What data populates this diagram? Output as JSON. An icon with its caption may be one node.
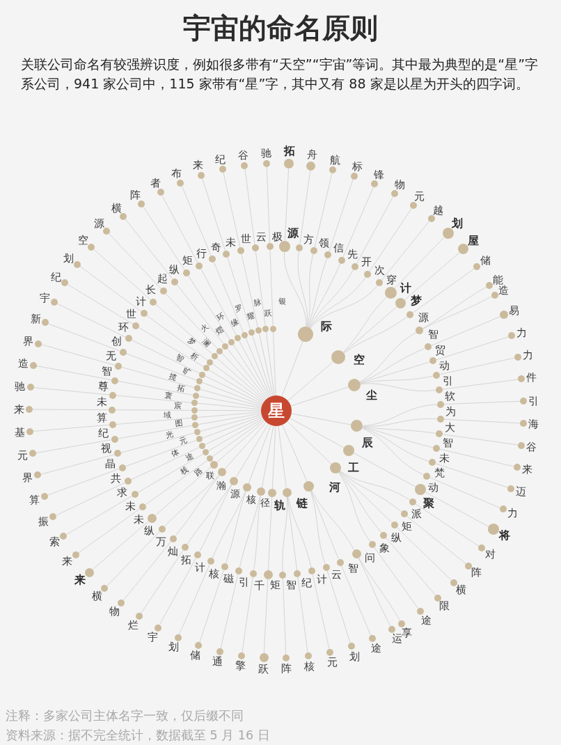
{
  "diagram": {
    "title": "宇宙的命名原则",
    "nodes": [
      {
        "text": [
          "星"
        ]
      },
      {
        "text": [
          "际"
        ]
      },
      {
        "text": [
          "源"
        ]
      },
      {
        "text": [
          "拓"
        ]
      },
      {
        "text": [
          "方"
        ]
      },
      {
        "text": [
          "舟"
        ]
      },
      {
        "text": [
          "领"
        ]
      },
      {
        "text": [
          "航"
        ]
      },
      {
        "text": [
          "信"
        ]
      },
      {
        "text": [
          "标"
        ]
      },
      {
        "text": [
          "先"
        ]
      },
      {
        "text": [
          "锋"
        ]
      },
      {
        "text": [
          "开"
        ]
      },
      {
        "text": [
          "物"
        ]
      },
      {
        "text": [
          "次"
        ]
      },
      {
        "text": [
          "元"
        ]
      },
      {
        "text": [
          "穿"
        ]
      },
      {
        "text": [
          "越"
        ]
      },
      {
        "text": [
          "空"
        ]
      },
      {
        "text": [
          "计"
        ]
      },
      {
        "text": [
          "划"
        ]
      },
      {
        "text": [
          "梦"
        ]
      },
      {
        "text": [
          "屋"
        ]
      },
      {
        "text": [
          "源"
        ]
      },
      {
        "text": [
          "储"
        ]
      },
      {
        "text": [
          "尘"
        ]
      },
      {
        "text": [
          "智"
        ]
      },
      {
        "text": [
          "能"
        ]
      },
      {
        "text": [
          "造"
        ]
      },
      {
        "text": [
          "贸"
        ]
      },
      {
        "text": [
          "易"
        ]
      },
      {
        "text": [
          "动"
        ]
      },
      {
        "text": [
          "力"
        ]
      },
      {
        "text": [
          "引"
        ]
      },
      {
        "text": [
          "力"
        ]
      },
      {
        "text": [
          "软"
        ]
      },
      {
        "text": [
          "件"
        ]
      },
      {
        "text": [
          "辰"
        ]
      },
      {
        "text": [
          "为"
        ]
      },
      {
        "text": [
          "引"
        ]
      },
      {
        "text": [
          "大"
        ]
      },
      {
        "text": [
          "海"
        ]
      },
      {
        "text": [
          "智"
        ]
      },
      {
        "text": [
          "谷"
        ]
      },
      {
        "text": [
          "未"
        ]
      },
      {
        "text": [
          "来"
        ]
      },
      {
        "text": [
          "梵"
        ]
      },
      {
        "text": [
          "迈"
        ]
      },
      {
        "text": [
          "动"
        ]
      },
      {
        "text": [
          "力"
        ]
      },
      {
        "text": [
          "工"
        ]
      },
      {
        "text": [
          "聚"
        ]
      },
      {
        "text": [
          "将"
        ]
      },
      {
        "text": [
          "河"
        ]
      },
      {
        "text": [
          "派"
        ]
      },
      {
        "text": [
          "对"
        ]
      },
      {
        "text": [
          "矩"
        ]
      },
      {
        "text": [
          "阵"
        ]
      },
      {
        "text": [
          "纵"
        ]
      },
      {
        "text": [
          "横"
        ]
      },
      {
        "text": [
          "象"
        ]
      },
      {
        "text": [
          "限"
        ]
      },
      {
        "text": [
          "问"
        ]
      },
      {
        "text": [
          "途"
        ]
      },
      {
        "text": [
          "链"
        ]
      },
      {
        "text": [
          "智"
        ]
      },
      {
        "text": [
          "享"
        ]
      },
      {
        "text": [
          "运"
        ]
      },
      {
        "text": [
          "云"
        ]
      },
      {
        "text": [
          "途"
        ]
      },
      {
        "text": [
          "计"
        ]
      },
      {
        "text": [
          "划"
        ]
      },
      {
        "text": [
          "轨"
        ]
      },
      {
        "text": [
          "纪"
        ]
      },
      {
        "text": [
          "元"
        ]
      },
      {
        "text": [
          "智"
        ]
      },
      {
        "text": [
          "核"
        ]
      },
      {
        "text": [
          "矩"
        ]
      },
      {
        "text": [
          "阵"
        ]
      },
      {
        "text": [
          "径"
        ]
      },
      {
        "text": [
          "千"
        ]
      },
      {
        "text": [
          "跃"
        ]
      },
      {
        "text": [
          "核"
        ]
      },
      {
        "text": [
          "引"
        ]
      },
      {
        "text": [
          "擎"
        ]
      },
      {
        "text": [
          "磁"
        ]
      },
      {
        "text": [
          "通"
        ]
      },
      {
        "text": [
          "源"
        ]
      },
      {
        "text": [
          "核"
        ]
      },
      {
        "text": [
          "储"
        ]
      },
      {
        "text": [
          "计"
        ]
      },
      {
        "text": [
          "划"
        ]
      },
      {
        "text": [
          "瀚"
        ]
      },
      {
        "text": [
          "拓"
        ]
      },
      {
        "text": [
          "宇"
        ]
      },
      {
        "text": [
          "灿"
        ]
      },
      {
        "text": [
          "烂"
        ]
      },
      {
        "text": [
          "联"
        ]
      },
      {
        "text": [
          "万"
        ]
      },
      {
        "text": [
          "物"
        ]
      },
      {
        "text": [
          "纵"
        ]
      },
      {
        "text": [
          "横"
        ]
      },
      {
        "text": [
          "路"
        ]
      },
      {
        "text": [
          "未"
        ]
      },
      {
        "text": [
          "来"
        ]
      },
      {
        "text": [
          "栈"
        ]
      },
      {
        "text": [
          "未"
        ]
      },
      {
        "text": [
          "来"
        ]
      },
      {
        "text": [
          "途"
        ]
      },
      {
        "text": [
          "求"
        ]
      },
      {
        "text": [
          "索"
        ]
      },
      {
        "text": [
          "体"
        ]
      },
      {
        "text": [
          "共"
        ]
      },
      {
        "text": [
          "振"
        ]
      },
      {
        "text": [
          "元"
        ]
      },
      {
        "text": [
          "晶"
        ]
      },
      {
        "text": [
          "算"
        ]
      },
      {
        "text": [
          "光"
        ]
      },
      {
        "text": [
          "视"
        ]
      },
      {
        "text": [
          "界"
        ]
      },
      {
        "text": [
          "图"
        ]
      },
      {
        "text": [
          "纪"
        ]
      },
      {
        "text": [
          "元"
        ]
      },
      {
        "text": [
          "域"
        ]
      },
      {
        "text": [
          "算"
        ]
      },
      {
        "text": [
          "基"
        ]
      },
      {
        "text": [
          "宸"
        ]
      },
      {
        "text": [
          "未"
        ]
      },
      {
        "text": [
          "来"
        ]
      },
      {
        "text": [
          "寰"
        ]
      },
      {
        "text": [
          "尊"
        ]
      },
      {
        "text": [
          "驰"
        ]
      },
      {
        "text": [
          "拓"
        ]
      },
      {
        "text": [
          "智"
        ]
      },
      {
        "text": [
          "造"
        ]
      },
      {
        "text": [
          "揽"
        ]
      },
      {
        "text": [
          "无"
        ]
      },
      {
        "text": [
          "界"
        ]
      },
      {
        "text": [
          "旷"
        ]
      },
      {
        "text": [
          "创"
        ]
      },
      {
        "text": [
          "新"
        ]
      },
      {
        "text": [
          "智"
        ]
      },
      {
        "text": [
          "环"
        ]
      },
      {
        "text": [
          "宇"
        ]
      },
      {
        "text": [
          "析"
        ]
      },
      {
        "text": [
          "世"
        ]
      },
      {
        "text": [
          "纪"
        ]
      },
      {
        "text": [
          "梦"
        ]
      },
      {
        "text": [
          "计"
        ]
      },
      {
        "text": [
          "划"
        ]
      },
      {
        "text": [
          "澜"
        ]
      },
      {
        "text": [
          "长"
        ]
      },
      {
        "text": [
          "空"
        ]
      },
      {
        "text": [
          "火"
        ]
      },
      {
        "text": [
          "起"
        ]
      },
      {
        "text": [
          "源"
        ]
      },
      {
        "text": [
          "熠"
        ]
      },
      {
        "text": [
          "纵"
        ]
      },
      {
        "text": [
          "横"
        ]
      },
      {
        "text": [
          "环"
        ]
      },
      {
        "text": [
          "矩"
        ]
      },
      {
        "text": [
          "阵"
        ]
      },
      {
        "text": [
          "缘"
        ]
      },
      {
        "text": [
          "行"
        ]
      },
      {
        "text": [
          "者"
        ]
      },
      {
        "text": [
          "罗"
        ]
      },
      {
        "text": [
          "奇"
        ]
      },
      {
        "text": [
          "布"
        ]
      },
      {
        "text": [
          "耀"
        ]
      },
      {
        "text": [
          "未"
        ]
      },
      {
        "text": [
          "来"
        ]
      },
      {
        "text": [
          "脉"
        ]
      },
      {
        "text": [
          "世"
        ]
      },
      {
        "text": [
          "纪"
        ]
      },
      {
        "text": [
          "跃"
        ]
      },
      {
        "text": [
          "云"
        ]
      },
      {
        "text": [
          "谷"
        ]
      },
      {
        "text": [
          "银"
        ]
      },
      {
        "text": [
          "极"
        ]
      },
      {
        "text": [
          "驰"
        ]
      }
    ],
    "edges": [
      {
        "from": 0,
        "to": 1,
        "arrow": "none"
      },
      {
        "from": 1,
        "to": 2,
        "arrow": "none"
      },
      {
        "from": 2,
        "to": 3,
        "arrow": "none"
      },
      {
        "from": 1,
        "to": 4,
        "arrow": "none"
      },
      {
        "from": 4,
        "to": 5,
        "arrow": "none"
      },
      {
        "from": 1,
        "to": 6,
        "arrow": "none"
      },
      {
        "from": 6,
        "to": 7,
        "arrow": "none"
      },
      {
        "from": 1,
        "to": 8,
        "arrow": "none"
      },
      {
        "from": 8,
        "to": 9,
        "arrow": "none"
      },
      {
        "from": 1,
        "to": 10,
        "arrow": "none"
      },
      {
        "from": 10,
        "to": 11,
        "arrow": "none"
      },
      {
        "from": 1,
        "to": 12,
        "arrow": "none"
      },
      {
        "from": 12,
        "to": 13,
        "arrow": "none"
      },
      {
        "from": 1,
        "to": 14,
        "arrow": "none"
      },
      {
        "from": 14,
        "to": 15,
        "arrow": "none"
      },
      {
        "from": 1,
        "to": 16,
        "arrow": "none"
      },
      {
        "from": 16,
        "to": 17,
        "arrow": "none"
      },
      {
        "from": 0,
        "to": 18,
        "arrow": "none"
      },
      {
        "from": 18,
        "to": 19,
        "arrow": "none"
      },
      {
        "from": 19,
        "to": 20,
        "arrow": "none"
      },
      {
        "from": 18,
        "to": 21,
        "arrow": "none"
      },
      {
        "from": 21,
        "to": 22,
        "arrow": "none"
      },
      {
        "from": 18,
        "to": 23,
        "arrow": "none"
      },
      {
        "from": 23,
        "to": 24,
        "arrow": "none"
      },
      {
        "from": 0,
        "to": 25,
        "arrow": "none"
      },
      {
        "from": 25,
        "to": 26,
        "arrow": "none"
      },
      {
        "from": 26,
        "to": 27,
        "arrow": "none"
      },
      {
        "from": 26,
        "to": 28,
        "arrow": "none"
      },
      {
        "from": 25,
        "to": 29,
        "arrow": "none"
      },
      {
        "from": 29,
        "to": 30,
        "arrow": "none"
      },
      {
        "from": 25,
        "to": 31,
        "arrow": "none"
      },
      {
        "from": 31,
        "to": 32,
        "arrow": "none"
      },
      {
        "from": 25,
        "to": 33,
        "arrow": "none"
      },
      {
        "from": 33,
        "to": 34,
        "arrow": "none"
      },
      {
        "from": 25,
        "to": 35,
        "arrow": "none"
      },
      {
        "from": 35,
        "to": 36,
        "arrow": "none"
      },
      {
        "from": 0,
        "to": 37,
        "arrow": "none"
      },
      {
        "from": 37,
        "to": 38,
        "arrow": "none"
      },
      {
        "from": 38,
        "to": 39,
        "arrow": "none"
      },
      {
        "from": 37,
        "to": 40,
        "arrow": "none"
      },
      {
        "from": 40,
        "to": 41,
        "arrow": "none"
      },
      {
        "from": 37,
        "to": 42,
        "arrow": "none"
      },
      {
        "from": 42,
        "to": 43,
        "arrow": "none"
      },
      {
        "from": 37,
        "to": 44,
        "arrow": "none"
      },
      {
        "from": 44,
        "to": 45,
        "arrow": "none"
      },
      {
        "from": 37,
        "to": 46,
        "arrow": "none"
      },
      {
        "from": 46,
        "to": 47,
        "arrow": "none"
      },
      {
        "from": 37,
        "to": 48,
        "arrow": "none"
      },
      {
        "from": 48,
        "to": 49,
        "arrow": "none"
      },
      {
        "from": 0,
        "to": 50,
        "arrow": "none"
      },
      {
        "from": 50,
        "to": 51,
        "arrow": "none"
      },
      {
        "from": 51,
        "to": 52,
        "arrow": "none"
      },
      {
        "from": 0,
        "to": 53,
        "arrow": "none"
      },
      {
        "from": 53,
        "to": 54,
        "arrow": "none"
      },
      {
        "from": 54,
        "to": 55,
        "arrow": "none"
      },
      {
        "from": 53,
        "to": 56,
        "arrow": "none"
      },
      {
        "from": 56,
        "to": 57,
        "arrow": "none"
      },
      {
        "from": 53,
        "to": 58,
        "arrow": "none"
      },
      {
        "from": 58,
        "to": 59,
        "arrow": "none"
      },
      {
        "from": 53,
        "to": 60,
        "arrow": "none"
      },
      {
        "from": 60,
        "to": 61,
        "arrow": "none"
      },
      {
        "from": 53,
        "to": 62,
        "arrow": "none"
      },
      {
        "from": 62,
        "to": 63,
        "arrow": "none"
      },
      {
        "from": 0,
        "to": 64,
        "arrow": "none"
      },
      {
        "from": 64,
        "to": 65,
        "arrow": "none"
      },
      {
        "from": 65,
        "to": 66,
        "arrow": "none"
      },
      {
        "from": 65,
        "to": 67,
        "arrow": "none"
      },
      {
        "from": 64,
        "to": 68,
        "arrow": "none"
      },
      {
        "from": 68,
        "to": 69,
        "arrow": "none"
      },
      {
        "from": 64,
        "to": 70,
        "arrow": "none"
      },
      {
        "from": 70,
        "to": 71,
        "arrow": "none"
      },
      {
        "from": 0,
        "to": 72,
        "arrow": "none"
      },
      {
        "from": 72,
        "to": 73,
        "arrow": "none"
      },
      {
        "from": 73,
        "to": 74,
        "arrow": "none"
      },
      {
        "from": 72,
        "to": 75,
        "arrow": "none"
      },
      {
        "from": 75,
        "to": 76,
        "arrow": "none"
      },
      {
        "from": 72,
        "to": 77,
        "arrow": "none"
      },
      {
        "from": 77,
        "to": 78,
        "arrow": "none"
      },
      {
        "from": 0,
        "to": 79,
        "arrow": "none"
      },
      {
        "from": 79,
        "to": 80,
        "arrow": "none"
      },
      {
        "from": 80,
        "to": 81,
        "arrow": "none"
      },
      {
        "from": 0,
        "to": 82,
        "arrow": "none"
      },
      {
        "from": 82,
        "to": 83,
        "arrow": "none"
      },
      {
        "from": 83,
        "to": 84,
        "arrow": "none"
      },
      {
        "from": 82,
        "to": 85,
        "arrow": "none"
      },
      {
        "from": 85,
        "to": 86,
        "arrow": "none"
      },
      {
        "from": 0,
        "to": 87,
        "arrow": "none"
      },
      {
        "from": 87,
        "to": 88,
        "arrow": "none"
      },
      {
        "from": 88,
        "to": 89,
        "arrow": "none"
      },
      {
        "from": 87,
        "to": 90,
        "arrow": "none"
      },
      {
        "from": 90,
        "to": 91,
        "arrow": "none"
      },
      {
        "from": 0,
        "to": 92,
        "arrow": "none"
      },
      {
        "from": 92,
        "to": 93,
        "arrow": "none"
      },
      {
        "from": 93,
        "to": 94,
        "arrow": "none"
      },
      {
        "from": 92,
        "to": 95,
        "arrow": "none"
      },
      {
        "from": 95,
        "to": 96,
        "arrow": "none"
      },
      {
        "from": 0,
        "to": 97,
        "arrow": "none"
      },
      {
        "from": 97,
        "to": 98,
        "arrow": "none"
      },
      {
        "from": 98,
        "to": 99,
        "arrow": "none"
      },
      {
        "from": 97,
        "to": 100,
        "arrow": "none"
      },
      {
        "from": 100,
        "to": 101,
        "arrow": "none"
      },
      {
        "from": 0,
        "to": 102,
        "arrow": "none"
      },
      {
        "from": 102,
        "to": 103,
        "arrow": "none"
      },
      {
        "from": 103,
        "to": 104,
        "arrow": "none"
      },
      {
        "from": 0,
        "to": 105,
        "arrow": "none"
      },
      {
        "from": 105,
        "to": 106,
        "arrow": "none"
      },
      {
        "from": 106,
        "to": 107,
        "arrow": "none"
      },
      {
        "from": 0,
        "to": 108,
        "arrow": "none"
      },
      {
        "from": 108,
        "to": 109,
        "arrow": "none"
      },
      {
        "from": 109,
        "to": 110,
        "arrow": "none"
      },
      {
        "from": 0,
        "to": 111,
        "arrow": "none"
      },
      {
        "from": 111,
        "to": 112,
        "arrow": "none"
      },
      {
        "from": 112,
        "to": 113,
        "arrow": "none"
      },
      {
        "from": 0,
        "to": 114,
        "arrow": "none"
      },
      {
        "from": 114,
        "to": 115,
        "arrow": "none"
      },
      {
        "from": 115,
        "to": 116,
        "arrow": "none"
      },
      {
        "from": 0,
        "to": 117,
        "arrow": "none"
      },
      {
        "from": 117,
        "to": 118,
        "arrow": "none"
      },
      {
        "from": 118,
        "to": 119,
        "arrow": "none"
      },
      {
        "from": 0,
        "to": 120,
        "arrow": "none"
      },
      {
        "from": 120,
        "to": 121,
        "arrow": "none"
      },
      {
        "from": 121,
        "to": 122,
        "arrow": "none"
      },
      {
        "from": 0,
        "to": 123,
        "arrow": "none"
      },
      {
        "from": 123,
        "to": 124,
        "arrow": "none"
      },
      {
        "from": 124,
        "to": 125,
        "arrow": "none"
      },
      {
        "from": 0,
        "to": 126,
        "arrow": "none"
      },
      {
        "from": 126,
        "to": 127,
        "arrow": "none"
      },
      {
        "from": 127,
        "to": 128,
        "arrow": "none"
      },
      {
        "from": 0,
        "to": 129,
        "arrow": "none"
      },
      {
        "from": 129,
        "to": 130,
        "arrow": "none"
      },
      {
        "from": 130,
        "to": 131,
        "arrow": "none"
      },
      {
        "from": 0,
        "to": 132,
        "arrow": "none"
      },
      {
        "from": 132,
        "to": 133,
        "arrow": "none"
      },
      {
        "from": 133,
        "to": 134,
        "arrow": "none"
      },
      {
        "from": 0,
        "to": 135,
        "arrow": "none"
      },
      {
        "from": 135,
        "to": 136,
        "arrow": "none"
      },
      {
        "from": 136,
        "to": 137,
        "arrow": "none"
      },
      {
        "from": 0,
        "to": 138,
        "arrow": "none"
      },
      {
        "from": 138,
        "to": 139,
        "arrow": "none"
      },
      {
        "from": 139,
        "to": 140,
        "arrow": "none"
      },
      {
        "from": 0,
        "to": 141,
        "arrow": "none"
      },
      {
        "from": 141,
        "to": 142,
        "arrow": "none"
      },
      {
        "from": 142,
        "to": 143,
        "arrow": "none"
      },
      {
        "from": 0,
        "to": 144,
        "arrow": "none"
      },
      {
        "from": 144,
        "to": 145,
        "arrow": "none"
      },
      {
        "from": 145,
        "to": 146,
        "arrow": "none"
      },
      {
        "from": 0,
        "to": 147,
        "arrow": "none"
      },
      {
        "from": 147,
        "to": 148,
        "arrow": "none"
      },
      {
        "from": 148,
        "to": 149,
        "arrow": "none"
      },
      {
        "from": 0,
        "to": 150,
        "arrow": "none"
      },
      {
        "from": 150,
        "to": 151,
        "arrow": "none"
      },
      {
        "from": 151,
        "to": 152,
        "arrow": "none"
      },
      {
        "from": 0,
        "to": 153,
        "arrow": "none"
      },
      {
        "from": 153,
        "to": 154,
        "arrow": "none"
      },
      {
        "from": 154,
        "to": 155,
        "arrow": "none"
      },
      {
        "from": 0,
        "to": 156,
        "arrow": "none"
      },
      {
        "from": 156,
        "to": 157,
        "arrow": "none"
      },
      {
        "from": 157,
        "to": 158,
        "arrow": "none"
      },
      {
        "from": 0,
        "to": 159,
        "arrow": "none"
      },
      {
        "from": 159,
        "to": 160,
        "arrow": "none"
      },
      {
        "from": 160,
        "to": 161,
        "arrow": "none"
      },
      {
        "from": 0,
        "to": 162,
        "arrow": "none"
      },
      {
        "from": 162,
        "to": 163,
        "arrow": "none"
      },
      {
        "from": 163,
        "to": 164,
        "arrow": "none"
      },
      {
        "from": 0,
        "to": 165,
        "arrow": "none"
      },
      {
        "from": 165,
        "to": 166,
        "arrow": "none"
      },
      {
        "from": 166,
        "to": 167,
        "arrow": "none"
      },
      {
        "from": 0,
        "to": 168,
        "arrow": "none"
      },
      {
        "from": 168,
        "to": 169,
        "arrow": "none"
      },
      {
        "from": 169,
        "to": 170,
        "arrow": "none"
      },
      {
        "from": 0,
        "to": 171,
        "arrow": "none"
      },
      {
        "from": 171,
        "to": 172,
        "arrow": "none"
      },
      {
        "from": 172,
        "to": 173,
        "arrow": "none"
      },
      {
        "from": 0,
        "to": 174,
        "arrow": "none"
      },
      {
        "from": 174,
        "to": 175,
        "arrow": "none"
      },
      {
        "from": 175,
        "to": 176,
        "arrow": "none"
      },
      {
        "from": 0,
        "to": 177,
        "arrow": "none"
      },
      {
        "from": 177,
        "to": 178,
        "arrow": "none"
      },
      {
        "from": 178,
        "to": 179,
        "arrow": "none"
      }
    ],
    "labels": [
      "关联公司命名有较强辨识度，例如很多带有“天空”“宇宙”等词。其中最为典型的是“星”字系公司，941 家公司中，115 家带有“星”字，其中又有 88 家是以星为开头的四字词。",
      "注释：多家公司主体名字一致，仅后缀不同",
      "资料来源：据不完全统计，数据截至 5 月 16 日"
    ]
  }
}
